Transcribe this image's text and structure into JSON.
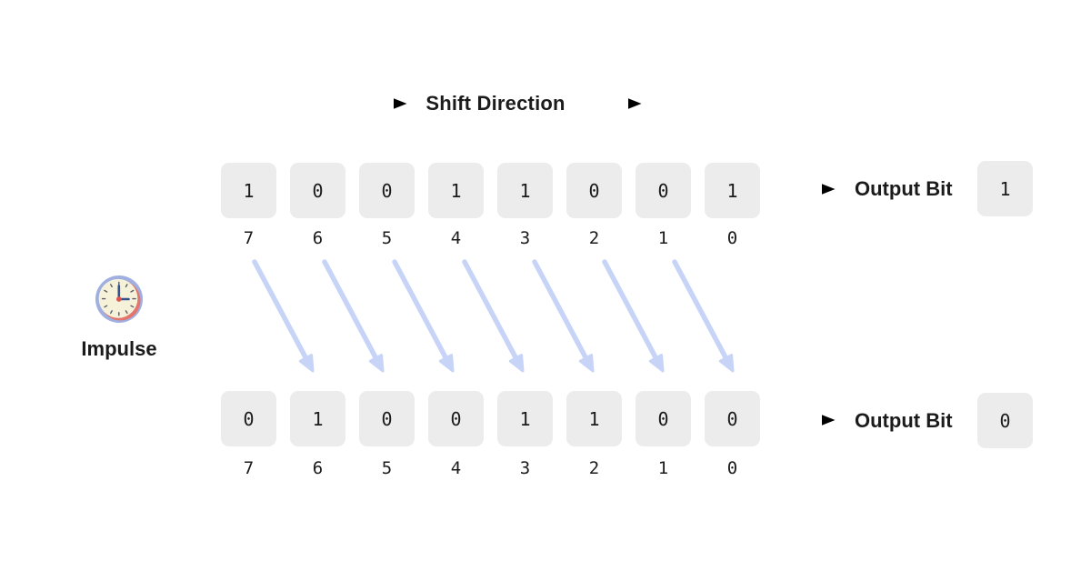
{
  "header": {
    "title": "Shift Direction"
  },
  "impulse": {
    "label": "Impulse",
    "icon": "clock-icon",
    "time_shown": "3:00"
  },
  "registers": {
    "top": {
      "bits": [
        "1",
        "0",
        "0",
        "1",
        "1",
        "0",
        "0",
        "1"
      ],
      "indices": [
        "7",
        "6",
        "5",
        "4",
        "3",
        "2",
        "1",
        "0"
      ],
      "output": {
        "label": "Output Bit",
        "bit": "1"
      }
    },
    "bottom": {
      "bits": [
        "0",
        "1",
        "0",
        "0",
        "1",
        "1",
        "0",
        "0"
      ],
      "indices": [
        "7",
        "6",
        "5",
        "4",
        "3",
        "2",
        "1",
        "0"
      ],
      "output": {
        "label": "Output Bit",
        "bit": "0"
      }
    }
  },
  "arrows": {
    "shift_count": 7,
    "direction": "right"
  },
  "colors": {
    "pink": "#f9c8cd",
    "blue": "#c7d4f8",
    "cell_bg": "#ececec",
    "text": "#1b1b1b",
    "clock_ring": "#9fafe0",
    "clock_red": "#e4756e",
    "clock_face": "#f6f2da",
    "clock_hands": "#33508f"
  }
}
